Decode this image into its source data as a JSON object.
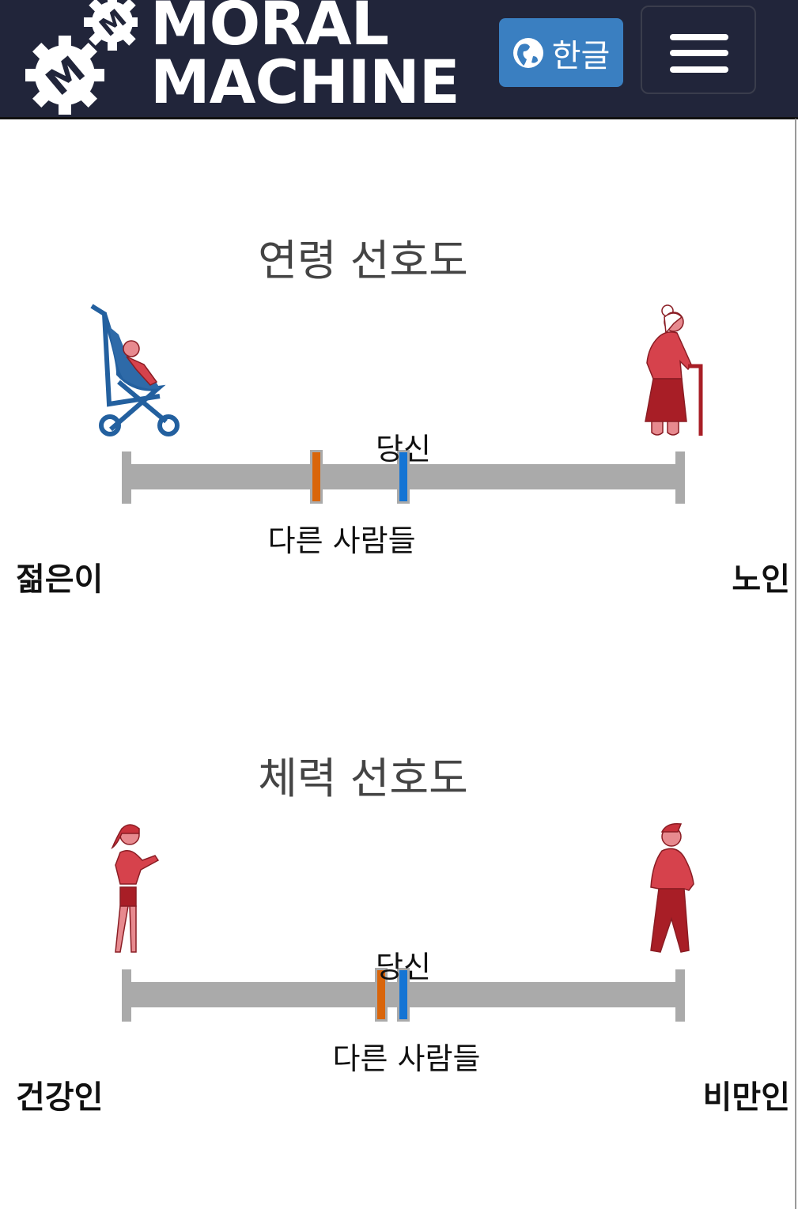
{
  "header": {
    "logo_line1": "MORAL",
    "logo_line2": "MACHINE",
    "logo_gear_letters": "M M",
    "language_button": "한글",
    "language_icon": "globe-icon",
    "menu_icon": "hamburger-menu-icon"
  },
  "colors": {
    "header_bg": "#21253a",
    "language_button": "#3a7fc1",
    "you_marker": "#1474d4",
    "others_marker": "#d9650b",
    "bar": "#aaaaaa"
  },
  "sections": [
    {
      "title": "연령 선호도",
      "you_label": "당신",
      "others_label": "다른 사람들",
      "left_label": "젊은이",
      "right_label": "노인",
      "left_icon": "stroller-baby-icon",
      "right_icon": "elderly-woman-cane-icon",
      "you_value": 0.5,
      "others_value": 0.343
    },
    {
      "title": "체력 선호도",
      "you_label": "당신",
      "others_label": "다른 사람들",
      "left_label": "건강인",
      "right_label": "비만인",
      "left_icon": "fit-woman-icon",
      "right_icon": "large-man-icon",
      "you_value": 0.5,
      "others_value": 0.46
    }
  ]
}
